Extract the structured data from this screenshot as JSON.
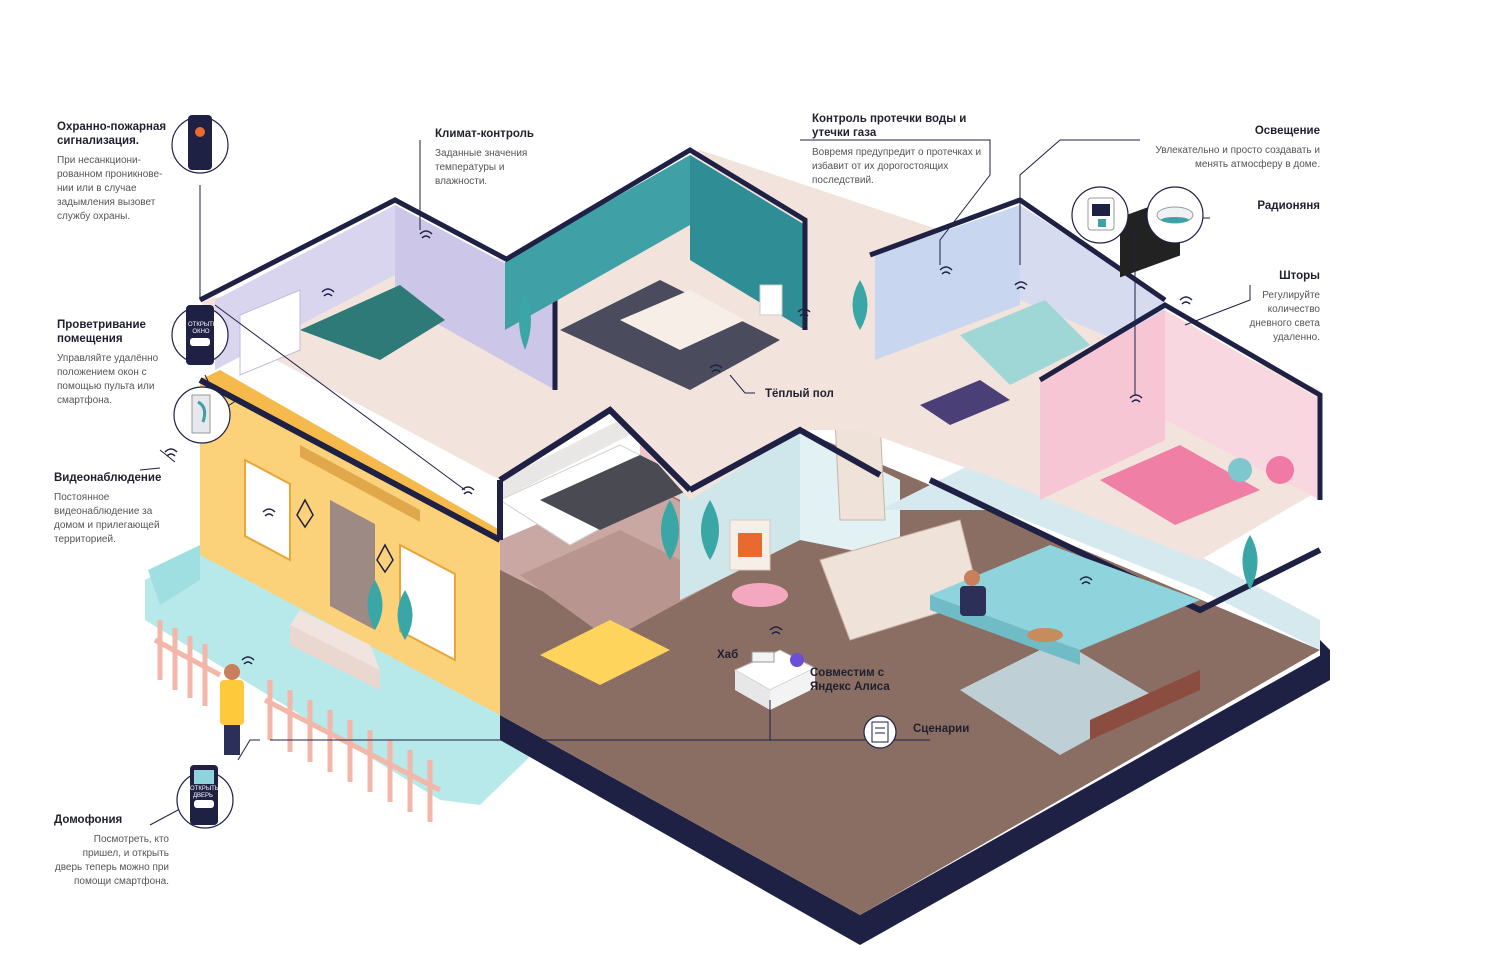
{
  "labels": {
    "security": {
      "title": "Охранно-пожарная сигнализация.",
      "desc": "При несанкциони-рованном проникнове-нии или в случае задымления вызовет службу охраны."
    },
    "climate": {
      "title": "Климат-контроль",
      "desc": "Заданные значения температуры и влажности."
    },
    "leak": {
      "title": "Контроль протечки воды и утечки газа",
      "desc": "Вовремя предупредит о протечках и избавит от их дорогостоящих последствий."
    },
    "lighting": {
      "title": "Освещение",
      "desc": "Увлекательно и просто создавать и менять атмосферу в доме."
    },
    "baby_monitor": {
      "title": "Радионяня"
    },
    "curtains": {
      "title": "Шторы",
      "desc": "Регулируйте количество дневного света удаленно."
    },
    "ventilation": {
      "title": "Проветривание помещения",
      "desc": "Управляйте удалённо положением окон с помощью пульта или смартфона."
    },
    "cctv": {
      "title": "Видеонаблюдение",
      "desc": "Постоянное видеонаблюдение за домом и прилегающей территорией."
    },
    "intercom": {
      "title": "Домофония",
      "desc": "Посмотреть, кто пришел, и открыть дверь теперь можно при помощи смартфона."
    },
    "warm_floor": {
      "title": "Тёплый пол"
    },
    "hub": {
      "title": "Хаб"
    },
    "alice": {
      "title": "Совместим с Яндекс Алиса"
    },
    "scenarios": {
      "title": "Сценарии"
    }
  },
  "phones": {
    "open_window": "ОТКРЫТЬ ОКНО",
    "open_door": "ОТКРЫТЬ ДВЕРЬ"
  },
  "colors": {
    "outline": "#1e2044",
    "floor_wood": "#8a6e63",
    "upper_floor": "#f3e3dd",
    "yellow_wall": "#fbd27a",
    "teal": "#3fa0a6",
    "pink_room": "#f6c6d4",
    "lavender_room": "#d9d5ef",
    "ground_teal": "#b7e9ea",
    "sofa": "#8fd3dc"
  }
}
